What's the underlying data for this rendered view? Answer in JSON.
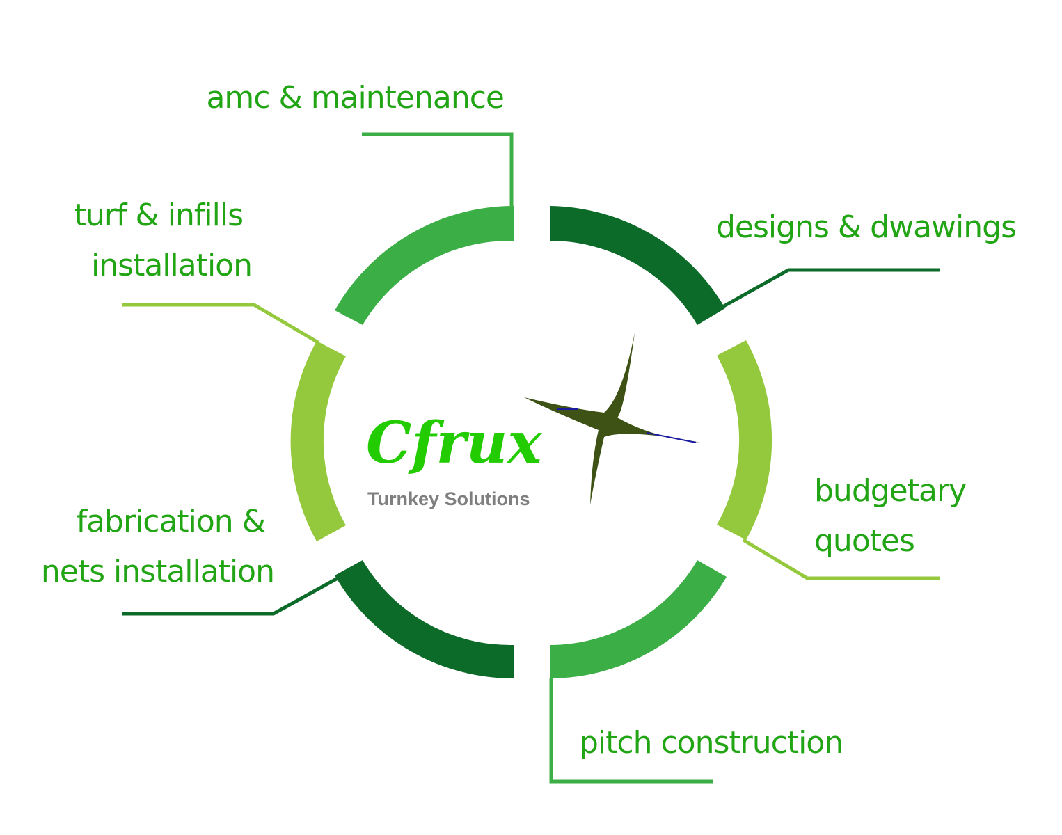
{
  "brand": {
    "name": "Cfrux",
    "tagline": "Turnkey Solutions",
    "name_color": "#22cc00",
    "tagline_color": "#7f7f7f",
    "logo_icon": "four-point-star-icon",
    "star_color": "#3d5214",
    "star_edge_color": "#1a1aa0"
  },
  "colors": {
    "dark_green": "#0d6b29",
    "medium_green": "#3cae46",
    "light_green": "#95c93d",
    "label_text": "#22a514"
  },
  "services": [
    {
      "id": "amc",
      "lines": [
        "amc & maintenance"
      ]
    },
    {
      "id": "designs",
      "lines": [
        "designs & dwawings"
      ]
    },
    {
      "id": "budget",
      "lines": [
        "budgetary",
        "quotes"
      ]
    },
    {
      "id": "pitch",
      "lines": [
        "pitch construction"
      ]
    },
    {
      "id": "fabrication",
      "lines": [
        "fabrication &",
        "nets installation"
      ]
    },
    {
      "id": "turf",
      "lines": [
        "turf & infills",
        "installation"
      ]
    }
  ]
}
